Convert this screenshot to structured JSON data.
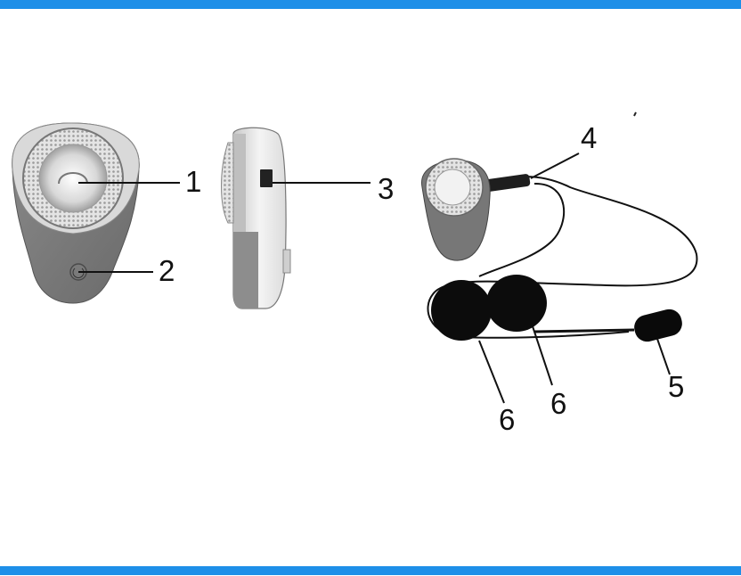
{
  "colors": {
    "rule": "#1e8fe8",
    "ink": "#111111"
  },
  "callouts": [
    {
      "id": "c1",
      "label": "1"
    },
    {
      "id": "c2",
      "label": "2"
    },
    {
      "id": "c3",
      "label": "3"
    },
    {
      "id": "c4",
      "label": "4"
    },
    {
      "id": "c5",
      "label": "5"
    },
    {
      "id": "c6a",
      "label": "6"
    },
    {
      "id": "c6b",
      "label": "6"
    }
  ]
}
